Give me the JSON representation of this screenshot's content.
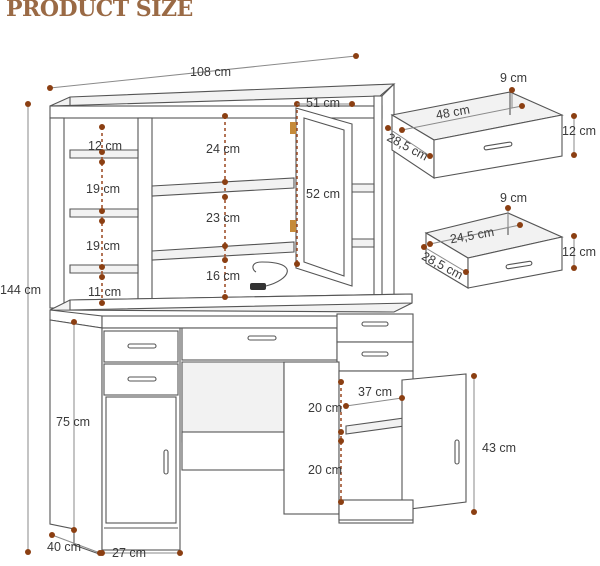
{
  "title": "PRODUCT SIZE",
  "accent_color": "#9a6a45",
  "marker_color": "#8b3f12",
  "dimensions": {
    "overall_width": "108 cm",
    "overall_height": "144 cm",
    "door_width": "51 cm",
    "left_shelf_top": "12 cm",
    "left_shelf_2": "19 cm",
    "left_shelf_3": "19 cm",
    "left_shelf_bottom": "11 cm",
    "center_top": "24 cm",
    "center_mid": "23 cm",
    "center_bottom": "16 cm",
    "door_height": "52 cm",
    "desk_height": "75 cm",
    "depth": "40 cm",
    "kneehole_width": "27 cm",
    "cabinet_width": "37 cm",
    "cabinet_top": "20 cm",
    "cabinet_bottom": "20 cm",
    "cabinet_height": "43 cm",
    "drawer1_height_top": "9 cm",
    "drawer1_width": "48 cm",
    "drawer1_height": "12 cm",
    "drawer1_depth": "28,5 cm",
    "drawer2_height_top": "9 cm",
    "drawer2_width": "24,5 cm",
    "drawer2_height": "12 cm",
    "drawer2_depth": "28,5 cm"
  }
}
